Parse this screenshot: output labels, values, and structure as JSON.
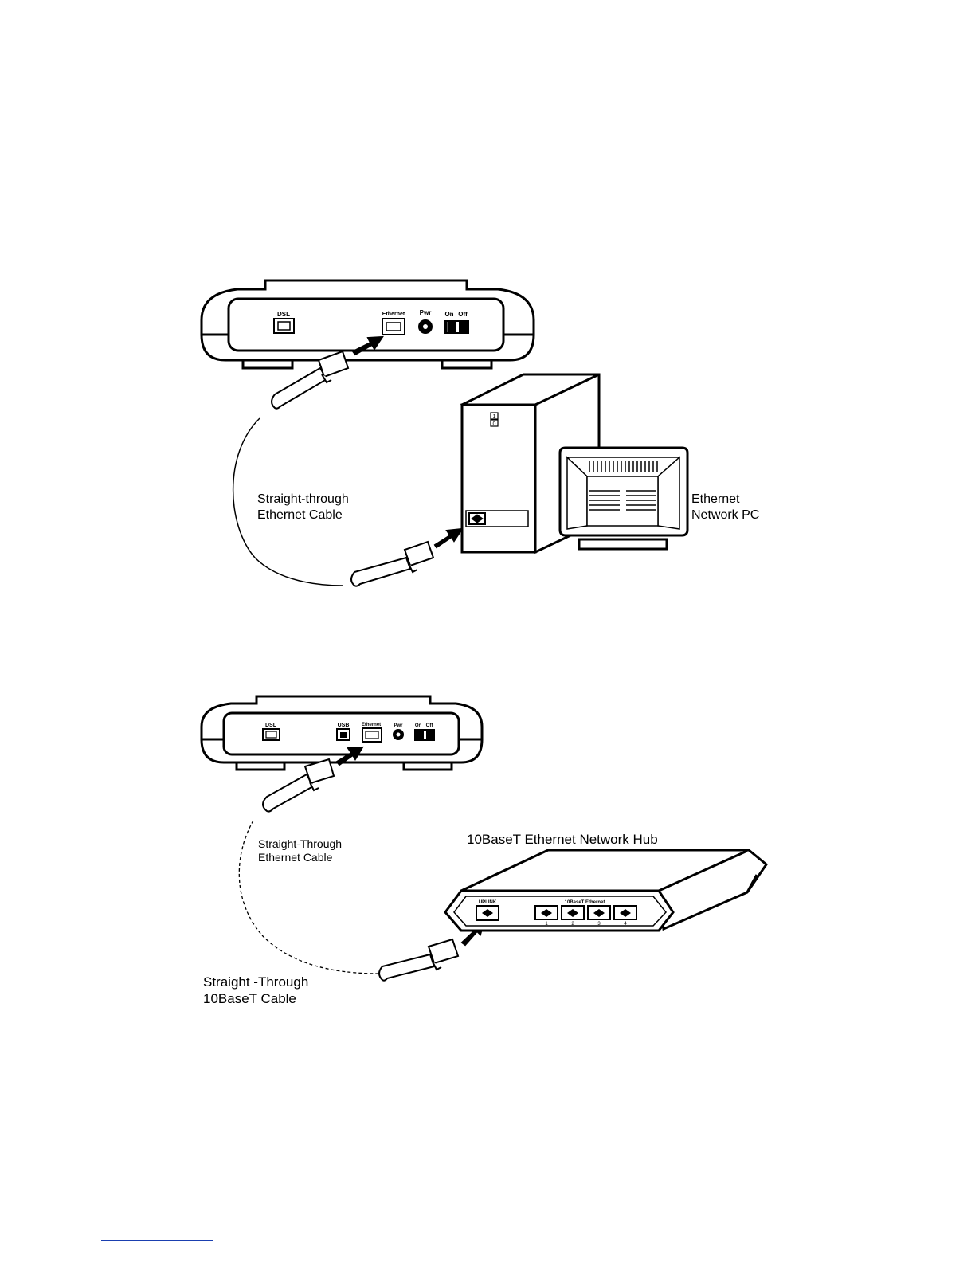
{
  "diagram1": {
    "modem_ports": {
      "dsl": "DSL",
      "ethernet": "Ethernet",
      "pwr": "Pwr",
      "on": "On",
      "off": "Off"
    },
    "pc_switch": {
      "on": "1",
      "off": "0"
    },
    "cable_label_line1": "Straight-through",
    "cable_label_line2": "Ethernet Cable",
    "pc_label_line1": "Ethernet",
    "pc_label_line2": "Network PC"
  },
  "diagram2": {
    "modem_ports": {
      "dsl": "DSL",
      "usb": "USB",
      "ethernet": "Ethernet",
      "pwr": "Pwr",
      "on": "On",
      "off": "Off"
    },
    "cable_label_line1": "Straight-Through",
    "cable_label_line2": "Ethernet Cable",
    "hub_title": "10BaseT Ethernet Network Hub",
    "hub_uplink": "UPLINK",
    "hub_ports_label": "10BaseT Ethernet",
    "hub_port_numbers": [
      "1",
      "2",
      "3",
      "4"
    ],
    "bottom_label_line1": "Straight -Through",
    "bottom_label_line2": "10BaseT Cable"
  }
}
